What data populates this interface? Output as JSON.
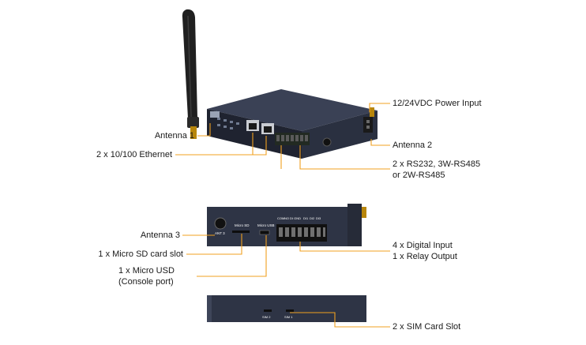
{
  "colors": {
    "leader": "#f0a020",
    "device_body": "#2e3445",
    "device_face": "#1c202b",
    "terminal": "#2a7a3a"
  },
  "views": [
    {
      "name": "isometric-view",
      "callouts": [
        "antenna_1",
        "ethernet",
        "power_input",
        "antenna_2",
        "serial"
      ]
    },
    {
      "name": "side-panel-view",
      "callouts": [
        "antenna_3",
        "micro_sd",
        "micro_usb",
        "digital_relay"
      ]
    },
    {
      "name": "bottom-view",
      "callouts": [
        "sim_slot"
      ]
    }
  ],
  "device_markings": {
    "micro_sd": "Micro SD",
    "micro_usb": "Micro USB",
    "ant3": "ANT 3",
    "sim2": "SIM 2",
    "sim1": "SIM 1"
  },
  "callouts": {
    "antenna_1": "Antenna 1",
    "ethernet": "2 x 10/100 Ethernet",
    "power_input": "12/24VDC Power Input",
    "antenna_2": "Antenna 2",
    "serial_line1": "2 x RS232, 3W-RS485",
    "serial_line2": "or 2W-RS485",
    "antenna_3": "Antenna 3",
    "micro_sd": "1 x Micro SD card slot",
    "micro_usb_line1": "1 x Micro USD",
    "micro_usb_line2": "(Console port)",
    "digital_input": "4 x Digital Input",
    "relay_output": "1 x Relay Output",
    "sim_slot": "2 x SIM Card Slot"
  }
}
